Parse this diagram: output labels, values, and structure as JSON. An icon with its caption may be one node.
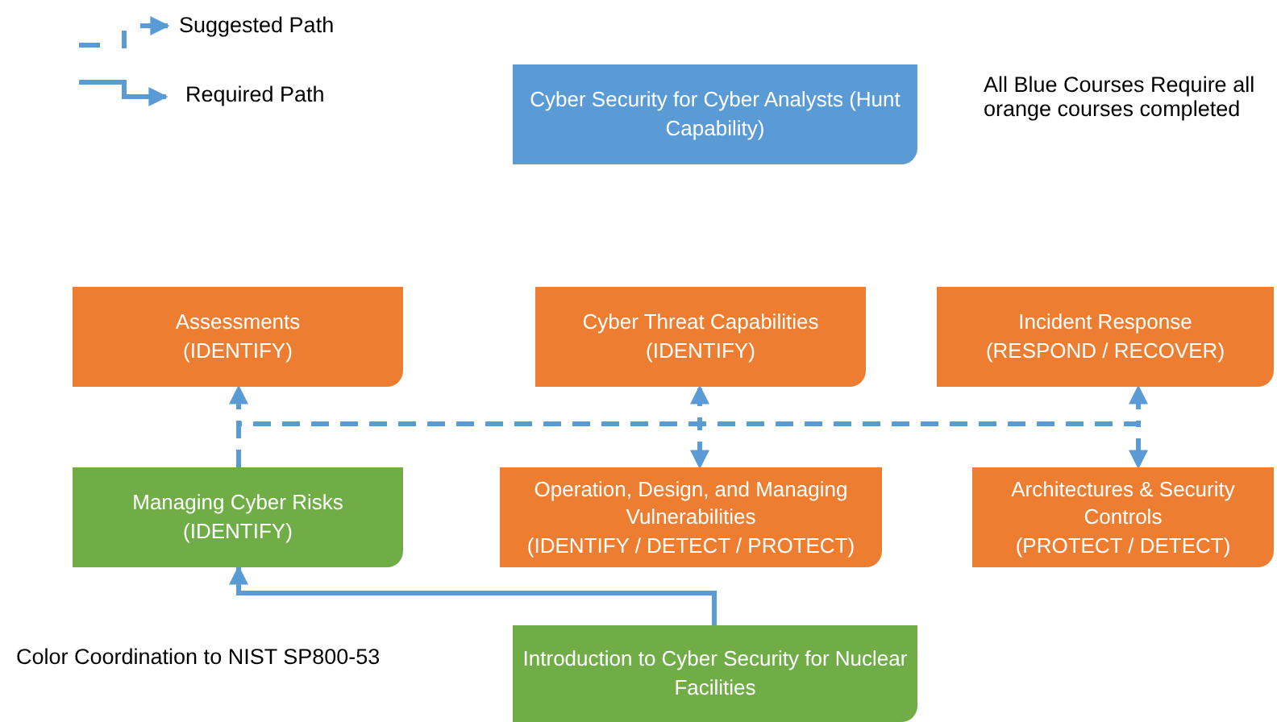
{
  "diagram": {
    "nodes": [
      {
        "text": [
          "Cyber Security for Cyber Analysts (Hunt Capability)"
        ]
      },
      {
        "text": [
          "Assessments",
          "(IDENTIFY)"
        ]
      },
      {
        "text": [
          "Cyber Threat Capabilities",
          "(IDENTIFY)"
        ]
      },
      {
        "text": [
          "Incident Response",
          "(RESPOND / RECOVER)"
        ]
      },
      {
        "text": [
          "Managing Cyber Risks",
          "(IDENTIFY)"
        ]
      },
      {
        "text": [
          "Operation, Design, and Managing Vulnerabilities",
          "(IDENTIFY / DETECT / PROTECT)"
        ]
      },
      {
        "text": [
          "Architectures &  Security Controls",
          "(PROTECT / DETECT)"
        ]
      },
      {
        "text": [
          "Introduction to Cyber Security for Nuclear Facilities"
        ]
      }
    ],
    "edges": [
      {
        "from": 4,
        "to": 1,
        "arrow": "to",
        "style": "dashed"
      },
      {
        "from": 4,
        "to": 2,
        "arrow": "to",
        "style": "dashed"
      },
      {
        "from": 4,
        "to": 5,
        "arrow": "to",
        "style": "dashed"
      },
      {
        "from": 4,
        "to": 3,
        "arrow": "to",
        "style": "dashed"
      },
      {
        "from": 4,
        "to": 6,
        "arrow": "to",
        "style": "dashed"
      },
      {
        "from": 7,
        "to": 4,
        "arrow": "to"
      }
    ],
    "labels": [
      "All Blue Courses Require all orange courses completed",
      "Color Coordination to NIST SP800-53"
    ],
    "legend": [
      {
        "text": "Suggested Path"
      },
      {
        "text": "Required Path"
      }
    ]
  }
}
